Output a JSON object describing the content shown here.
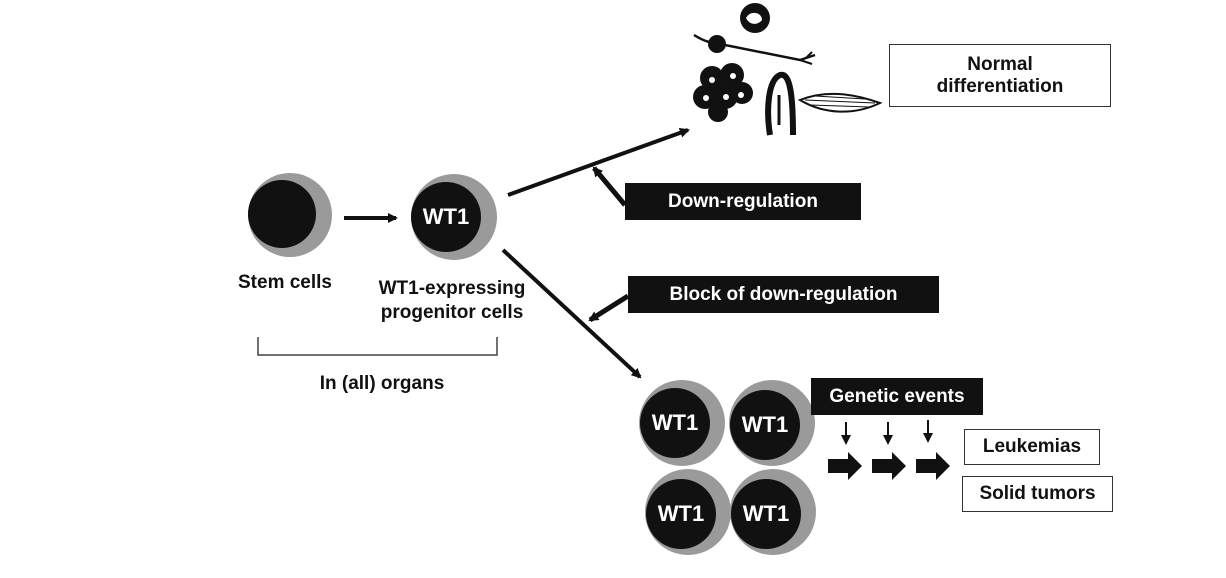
{
  "labels": {
    "stem_cells": "Stem cells",
    "progenitor_line1": "WT1-expressing",
    "progenitor_line2": "progenitor cells",
    "organs": "In (all) organs",
    "normal_line1": "Normal",
    "normal_line2": "differentiation",
    "down_regulation": "Down-regulation",
    "block_down_regulation": "Block of down-regulation",
    "genetic_events": "Genetic events",
    "leukemias": "Leukemias",
    "solid_tumors": "Solid tumors"
  },
  "cell_label": "WT1",
  "colors": {
    "ink": "#111111",
    "shadow": "#9a9a9a",
    "paper": "#ffffff"
  }
}
